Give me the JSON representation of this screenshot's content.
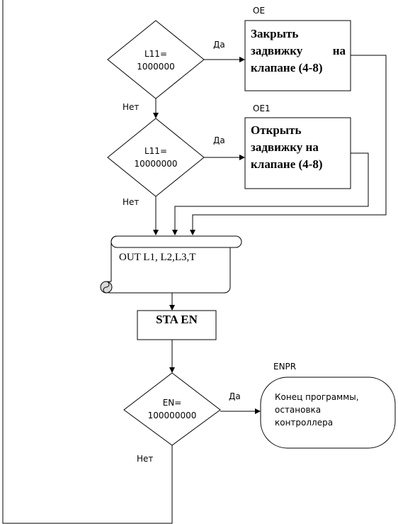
{
  "decisions": {
    "d1": {
      "line1": "L11=",
      "line2": "1000000",
      "yes": "Да",
      "no": "Нет"
    },
    "d2": {
      "line1": "L11=",
      "line2": "10000000",
      "yes": "Да",
      "no": "Нет"
    },
    "d3": {
      "line1": "EN=",
      "line2": "100000000",
      "yes": "Да",
      "no": "Нет"
    }
  },
  "processes": {
    "oe": {
      "tag": "OE",
      "line1": "Закрыть",
      "line2_left": "задвижку",
      "line2_right": "на",
      "line3": "клапане (4-8)"
    },
    "oe1": {
      "tag": "OE1",
      "line1": "Открыть",
      "line2": "задвижку на",
      "line3": "клапане (4-8)"
    }
  },
  "output": {
    "text": "OUT L1, L2,L3,T"
  },
  "store": {
    "text": "STA EN"
  },
  "terminal": {
    "tag": "ENPR",
    "line1": "Конец программы,",
    "line2": "остановка",
    "line3": "контроллера"
  },
  "colors": {
    "stroke": "#000000",
    "background": "#ffffff",
    "scroll_fill": "#d9d9d9"
  }
}
